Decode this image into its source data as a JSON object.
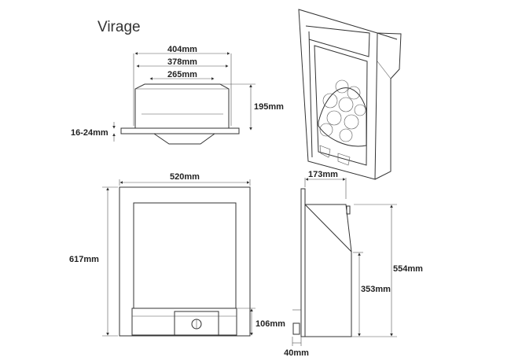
{
  "title": "Virage",
  "top_view": {
    "width_outer": "404mm",
    "width_mid": "378mm",
    "width_inner": "265mm",
    "depth": "195mm",
    "wall_thickness": "16-24mm"
  },
  "front_view": {
    "width": "520mm",
    "height": "617mm",
    "control_panel_height": "106mm"
  },
  "side_view": {
    "depth": "173mm",
    "height": "554mm",
    "front_height": "353mm",
    "knob_depth": "40mm"
  }
}
